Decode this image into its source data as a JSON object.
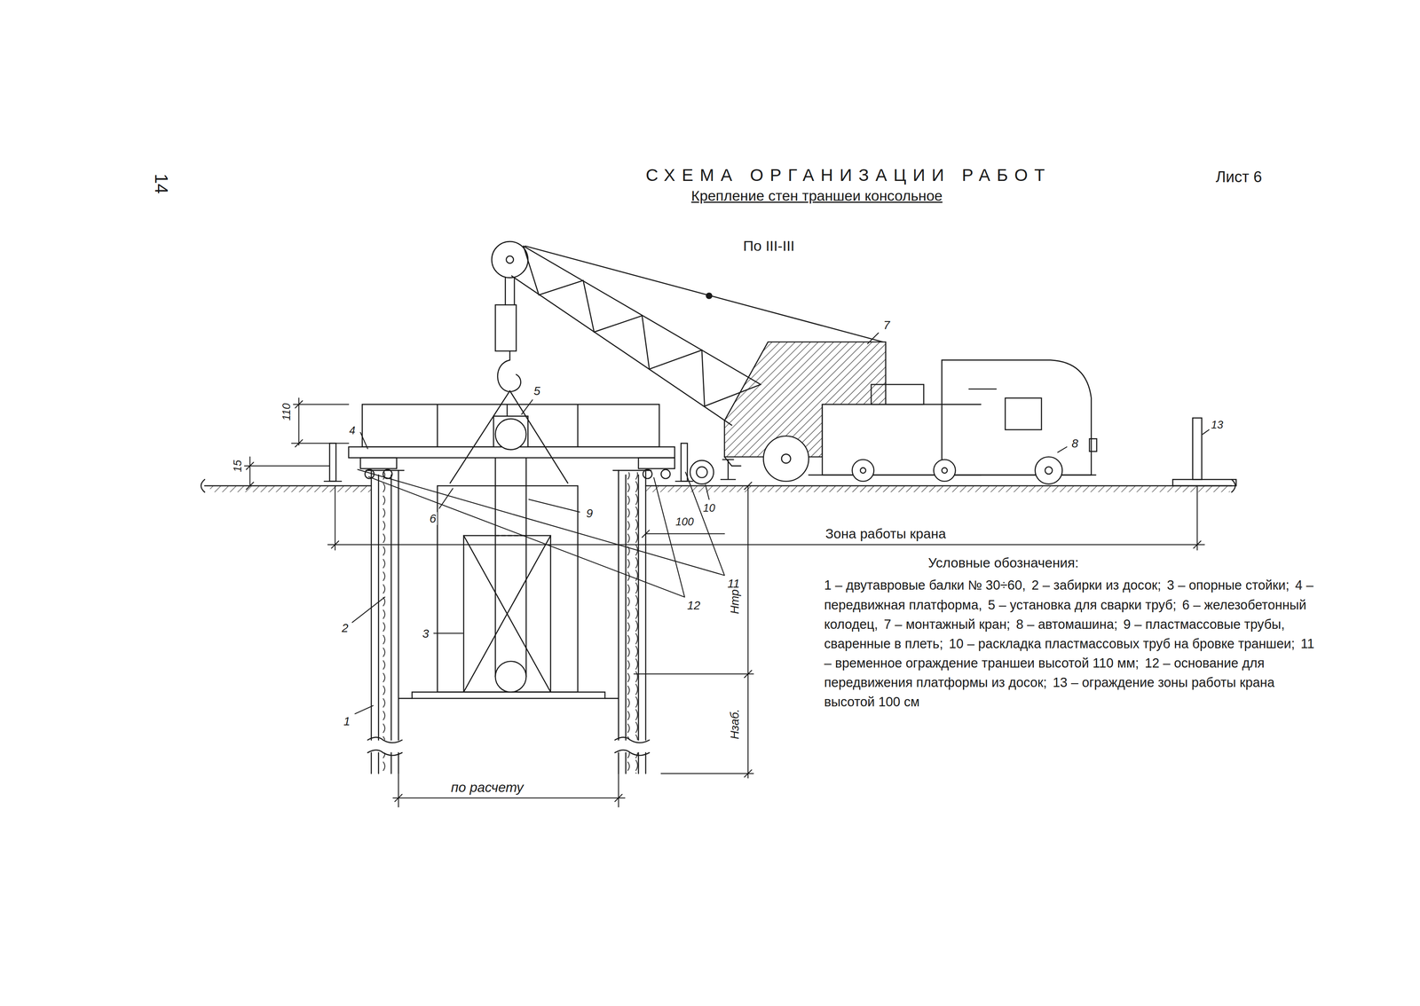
{
  "diagram": {
    "title": "СХЕМА ОРГАНИЗАЦИИ РАБОТ",
    "labels": [
      "Крепление стен траншеи консольное",
      "Лист 6",
      "14",
      "По III-III",
      "110",
      "15",
      "4",
      "5",
      "7",
      "8",
      "13",
      "6",
      "9",
      "100",
      "10",
      "Зона работы крана",
      "11",
      "12",
      "2",
      "3",
      "Нтр",
      "1",
      "Нзаб.",
      "по расчету",
      "Условные обозначения:",
      "1 – двутавровые балки № 30÷60,",
      "2 – забирки из досок;",
      "3 – опорные стойки;",
      "4 – передвижная платформа,",
      "5 – установка для сварки труб;",
      "6 – железобетонный колодец,",
      "7 – монтажный кран;",
      "8 – автомашина;",
      "9 – пластмассовые трубы, сваренные в плеть;",
      "10 – раскладка пластмассовых труб на бровке траншеи;",
      "11 – временное ограждение траншеи высотой 110 мм;",
      "12 – основание для передвижения платформы из досок;",
      "13 – ограждение зоны работы крана высотой 100 см"
    ]
  }
}
